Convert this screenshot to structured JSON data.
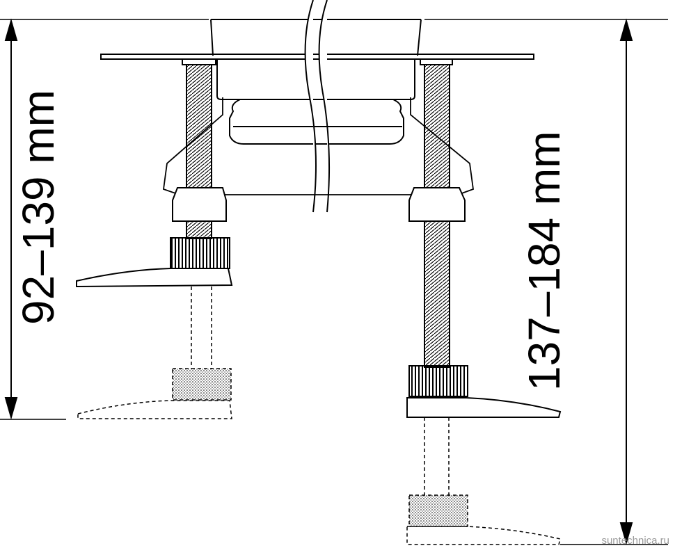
{
  "dimensions": {
    "left_label": "92–139 mm",
    "right_label": "137–184 mm"
  },
  "watermark": "suntechnica.ru"
}
